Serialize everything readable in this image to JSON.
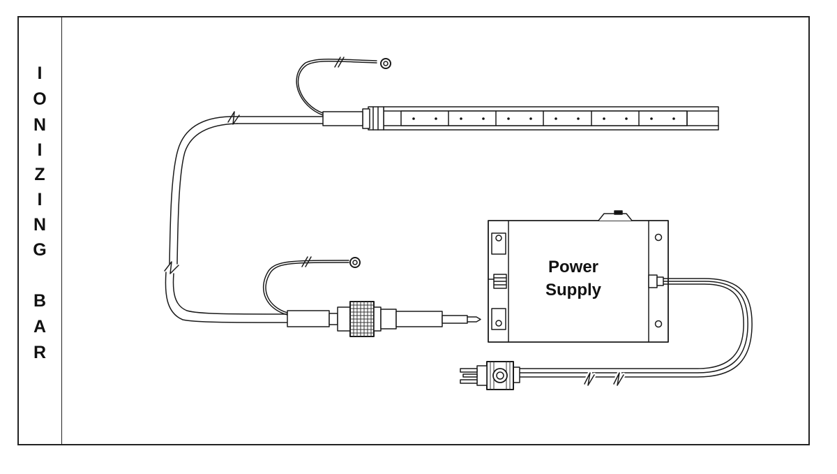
{
  "side_label": {
    "letters": [
      "I",
      "O",
      "N",
      "I",
      "Z",
      "I",
      "N",
      "G",
      "B",
      "A",
      "R"
    ]
  },
  "power_supply": {
    "line1": "Power",
    "line2": "Supply"
  }
}
